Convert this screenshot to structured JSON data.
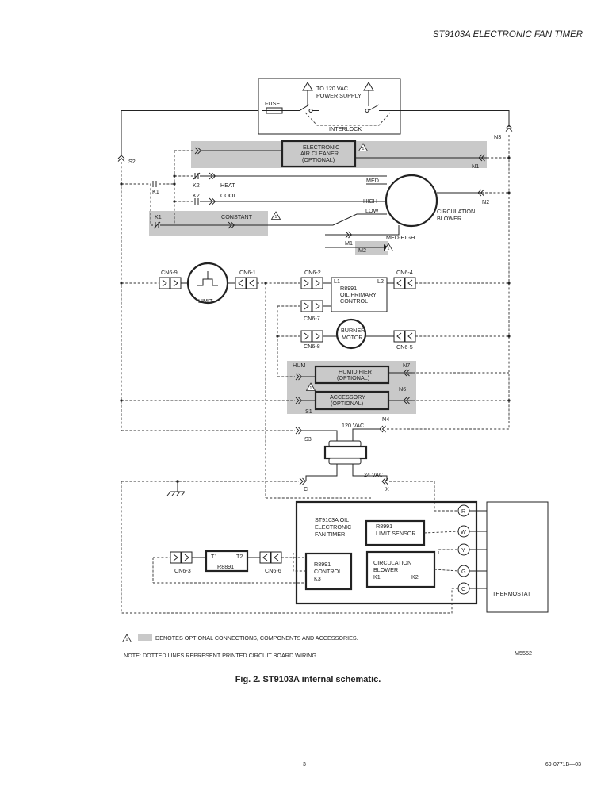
{
  "header": {
    "title": "ST9103A ELECTRONIC FAN TIMER"
  },
  "caption": "Fig. 2. ST9103A internal schematic.",
  "footer": {
    "page": "3",
    "doc_number": "69-0771B—03"
  },
  "figure_id": "M5552",
  "power": {
    "supply": "TO 120 VAC\nPOWER SUPPLY",
    "fuse": "FUSE",
    "interlock": "INTERLOCK"
  },
  "terminals": {
    "n1": "N1",
    "n2": "N2",
    "n3": "N3",
    "n4": "N4",
    "n6": "N6",
    "n7": "N7",
    "s1": "S1",
    "s2": "S2",
    "s3": "S3",
    "m1": "M1",
    "m2": "M2",
    "c": "C",
    "x": "X",
    "hum": "HUM"
  },
  "relays": {
    "k1": "K1",
    "k2": "K2",
    "heat": "HEAT",
    "cool": "COOL",
    "constant": "CONSTANT"
  },
  "blower": {
    "med": "MED",
    "high": "HIGH",
    "low": "LOW",
    "med_high": "MED-HIGH",
    "label": "CIRCULATION\nBLOWER"
  },
  "components": {
    "air_cleaner": "ELECTRONIC\nAIR CLEANER\n(OPTIONAL)",
    "limit": "LIMIT",
    "oil_primary": "R8991\nOIL PRIMARY\nCONTROL",
    "l1": "L1",
    "l2": "L2",
    "burner_motor": "BURNER\nMOTOR",
    "humidifier": "HUMIDIFIER\n(OPTIONAL)",
    "accessory": "ACCESSORY\n(OPTIONAL)",
    "vac_120": "120 VAC",
    "vac_24": "24 VAC"
  },
  "connectors": {
    "cn6_9": "CN6-9",
    "cn6_1": "CN6-1",
    "cn6_2": "CN6-2",
    "cn6_4": "CN6-4",
    "cn6_7": "CN6-7",
    "cn6_8": "CN6-8",
    "cn6_5": "CN6-5",
    "cn6_3": "CN6-3",
    "cn6_6": "CN6-6"
  },
  "timer": {
    "title": "ST9103A OIL\nELECTRONIC\nFAN  TIMER",
    "limit_sensor": "R8991\nLIMIT SENSOR",
    "r8991_control": "R8991\nCONTROL\nK3",
    "blower_box": "CIRCULATION\nBLOWER",
    "k1": "K1",
    "k2": "K2",
    "t1": "T1",
    "t2": "T2",
    "t_model": "R8891"
  },
  "thermostat": {
    "label": "THERMOSTAT",
    "terminals": [
      "R",
      "W",
      "Y",
      "G",
      "C"
    ]
  },
  "notes": {
    "legend": "DENOTES OPTIONAL CONNECTIONS, COMPONENTS AND ACCESSORIES.",
    "dotted": "NOTE: DOTTED LINES REPRESENT PRINTED CIRCUIT BOARD WIRING.",
    "warning_mark": "1"
  }
}
